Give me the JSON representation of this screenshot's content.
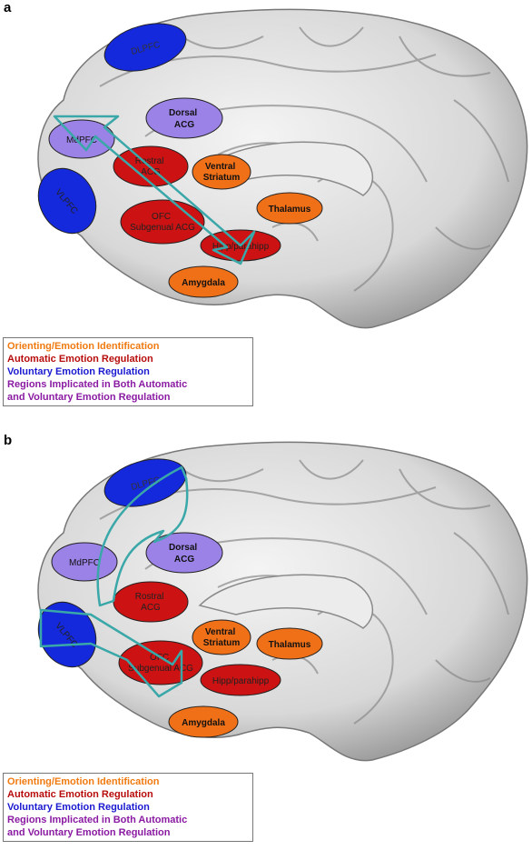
{
  "colors": {
    "orange": "#f07018",
    "red": "#cc1212",
    "blue": "#1428dc",
    "purple": "#9a82e6",
    "arrow": "#3aa7a8",
    "legend_orange": "#f07a10",
    "legend_red": "#b80c0c",
    "legend_blue": "#1a1ad0",
    "legend_purple": "#8a1aa2"
  },
  "panels": [
    {
      "letter": "a",
      "regions": {
        "dlpfc": "DLPFC",
        "mdpfc": "MdPFC",
        "vlpfc": "VLPFC",
        "dorsal_acg": [
          "Dorsal",
          "ACG"
        ],
        "rostral_acg": [
          "Rostral",
          "ACG"
        ],
        "ventral_striatum": [
          "Ventral",
          "Striatum"
        ],
        "thalamus": "Thalamus",
        "ofc": [
          "OFC",
          "Subgenual ACG"
        ],
        "hipp": "Hipp/parahipp",
        "amygdala": "Amygdala"
      }
    },
    {
      "letter": "b",
      "regions": {
        "dlpfc": "DLPFC",
        "mdpfc": "MdPFC",
        "vlpfc": "VLPFC",
        "dorsal_acg": [
          "Dorsal",
          "ACG"
        ],
        "rostral_acg": [
          "Rostral",
          "ACG"
        ],
        "ventral_striatum": [
          "Ventral",
          "Striatum"
        ],
        "thalamus": "Thalamus",
        "ofc": [
          "OFC",
          "Subgenual ACG"
        ],
        "hipp": "Hipp/parahipp",
        "amygdala": "Amygdala"
      }
    }
  ],
  "legend": {
    "orienting": "Orienting/Emotion Identification",
    "automatic": "Automatic Emotion Regulation",
    "voluntary": "Voluntary Emotion Regulation",
    "both_1": "Regions Implicated in Both Automatic",
    "both_2": "and Voluntary Emotion Regulation"
  }
}
